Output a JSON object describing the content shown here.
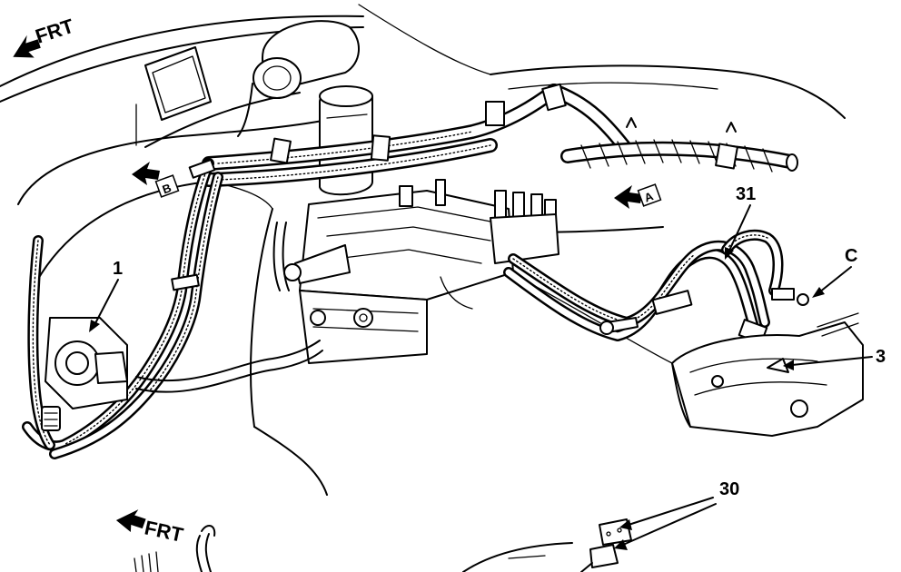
{
  "orientation": {
    "front_label_top": "FRT",
    "front_label_bottom": "FRT"
  },
  "views": {
    "view_a": "A",
    "view_b": "B",
    "view_c": "C"
  },
  "callouts": {
    "item_1": "1",
    "item_3": "3",
    "item_30": "30",
    "item_31": "31"
  },
  "icons": [
    "front-arrow-icon",
    "view-arrow-icon",
    "leader-arrow-icon"
  ]
}
